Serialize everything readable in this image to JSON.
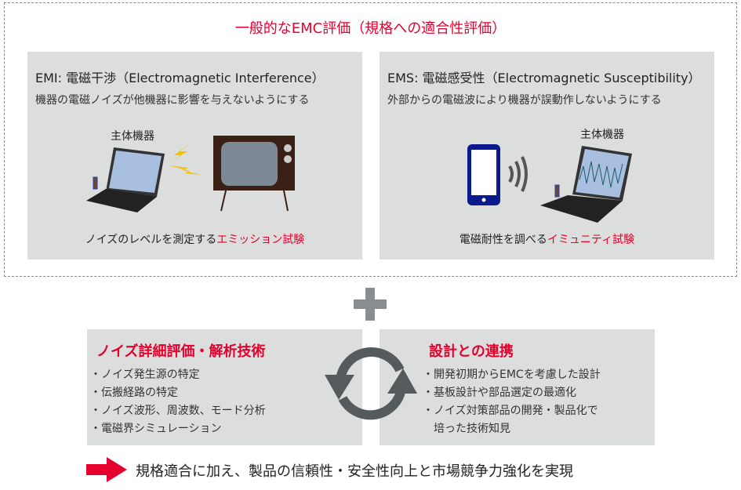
{
  "title": "一般的なEMC評価（規格への適合性評価）",
  "emi": {
    "heading": "EMI: 電磁干渉（Electromagnetic Interference）",
    "description": "機器の電磁ノイズが他機器に影響を与えないようにする",
    "device_label": "主体機器",
    "caption_prefix": "ノイズのレベルを測定する",
    "caption_highlight": "エミッション試験"
  },
  "ems": {
    "heading": "EMS: 電磁感受性（Electromagnetic Susceptibility）",
    "description": "外部からの電磁波により機器が誤動作しないようにする",
    "device_label": "主体機器",
    "caption_prefix": "電磁耐性を調べる",
    "caption_highlight": "イミュニティ試験"
  },
  "analysis": {
    "title": "ノイズ詳細評価・解析技術",
    "items": [
      "ノイズ発生源の特定",
      "伝搬経路の特定",
      "ノイズ波形、周波数、モード分析",
      "電磁界シミュレーション"
    ]
  },
  "design": {
    "title": "設計との連携",
    "items": [
      "開発初期からEMCを考慮した設計",
      "基板設計や部品選定の最適化",
      "ノイズ対策部品の開発・製品化で"
    ],
    "item_continuation": "培った技術知見"
  },
  "conclusion": "規格適合に加え、製品の信頼性・安全性向上と市場競争力強化を実現",
  "colors": {
    "accent": "#e6002d",
    "panel": "#dcdddd",
    "icon_gray": "#555a5c"
  }
}
